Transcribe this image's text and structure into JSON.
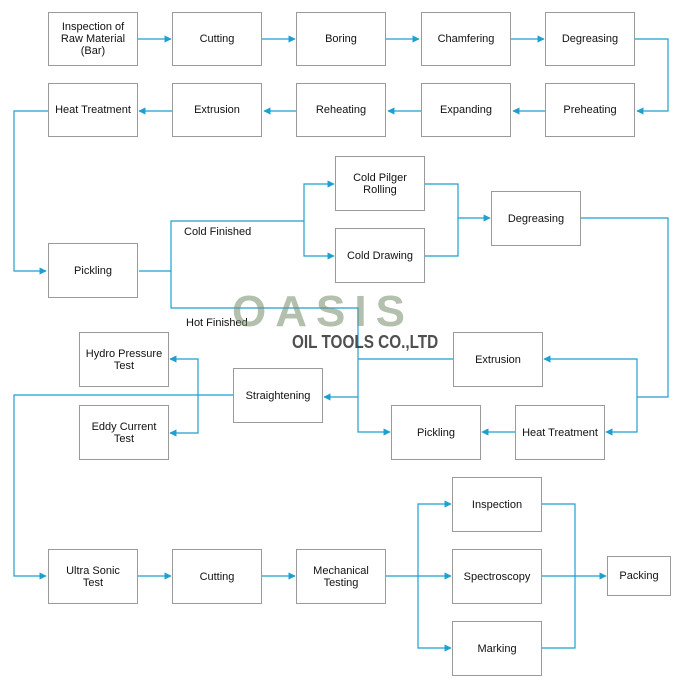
{
  "boxes": {
    "inspection_raw": "Inspection of\nRaw Material\n(Bar)",
    "cutting_1": "Cutting",
    "boring": "Boring",
    "chamfering": "Chamfering",
    "degreasing_1": "Degreasing",
    "heat_treatment_1": "Heat Treatment",
    "extrusion_1": "Extrusion",
    "reheating": "Reheating",
    "expanding": "Expanding",
    "preheating": "Preheating",
    "cold_pilger_rolling": "Cold Pilger\nRolling",
    "cold_drawing": "Cold Drawing",
    "degreasing_2": "Degreasing",
    "pickling_1": "Pickling",
    "hydro_pressure_test": "Hydro Pressure\nTest",
    "eddy_current_test": "Eddy Current\nTest",
    "straightening": "Straightening",
    "extrusion_2": "Extrusion",
    "pickling_2": "Pickling",
    "heat_treatment_2": "Heat Treatment",
    "ultra_sonic_test": "Ultra Sonic\nTest",
    "cutting_2": "Cutting",
    "mechanical_testing": "Mechanical\nTesting",
    "inspection_2": "Inspection",
    "spectroscopy": "Spectroscopy",
    "marking": "Marking",
    "packing": "Packing"
  },
  "labels": {
    "cold_finished": "Cold Finished",
    "hot_finished": "Hot Finished"
  },
  "logo": {
    "mark": "OASIS",
    "company": "OIL TOOLS CO.,LTD"
  },
  "colors": {
    "arrow": "#1f9fd1",
    "box_border": "#9a9a9a"
  }
}
